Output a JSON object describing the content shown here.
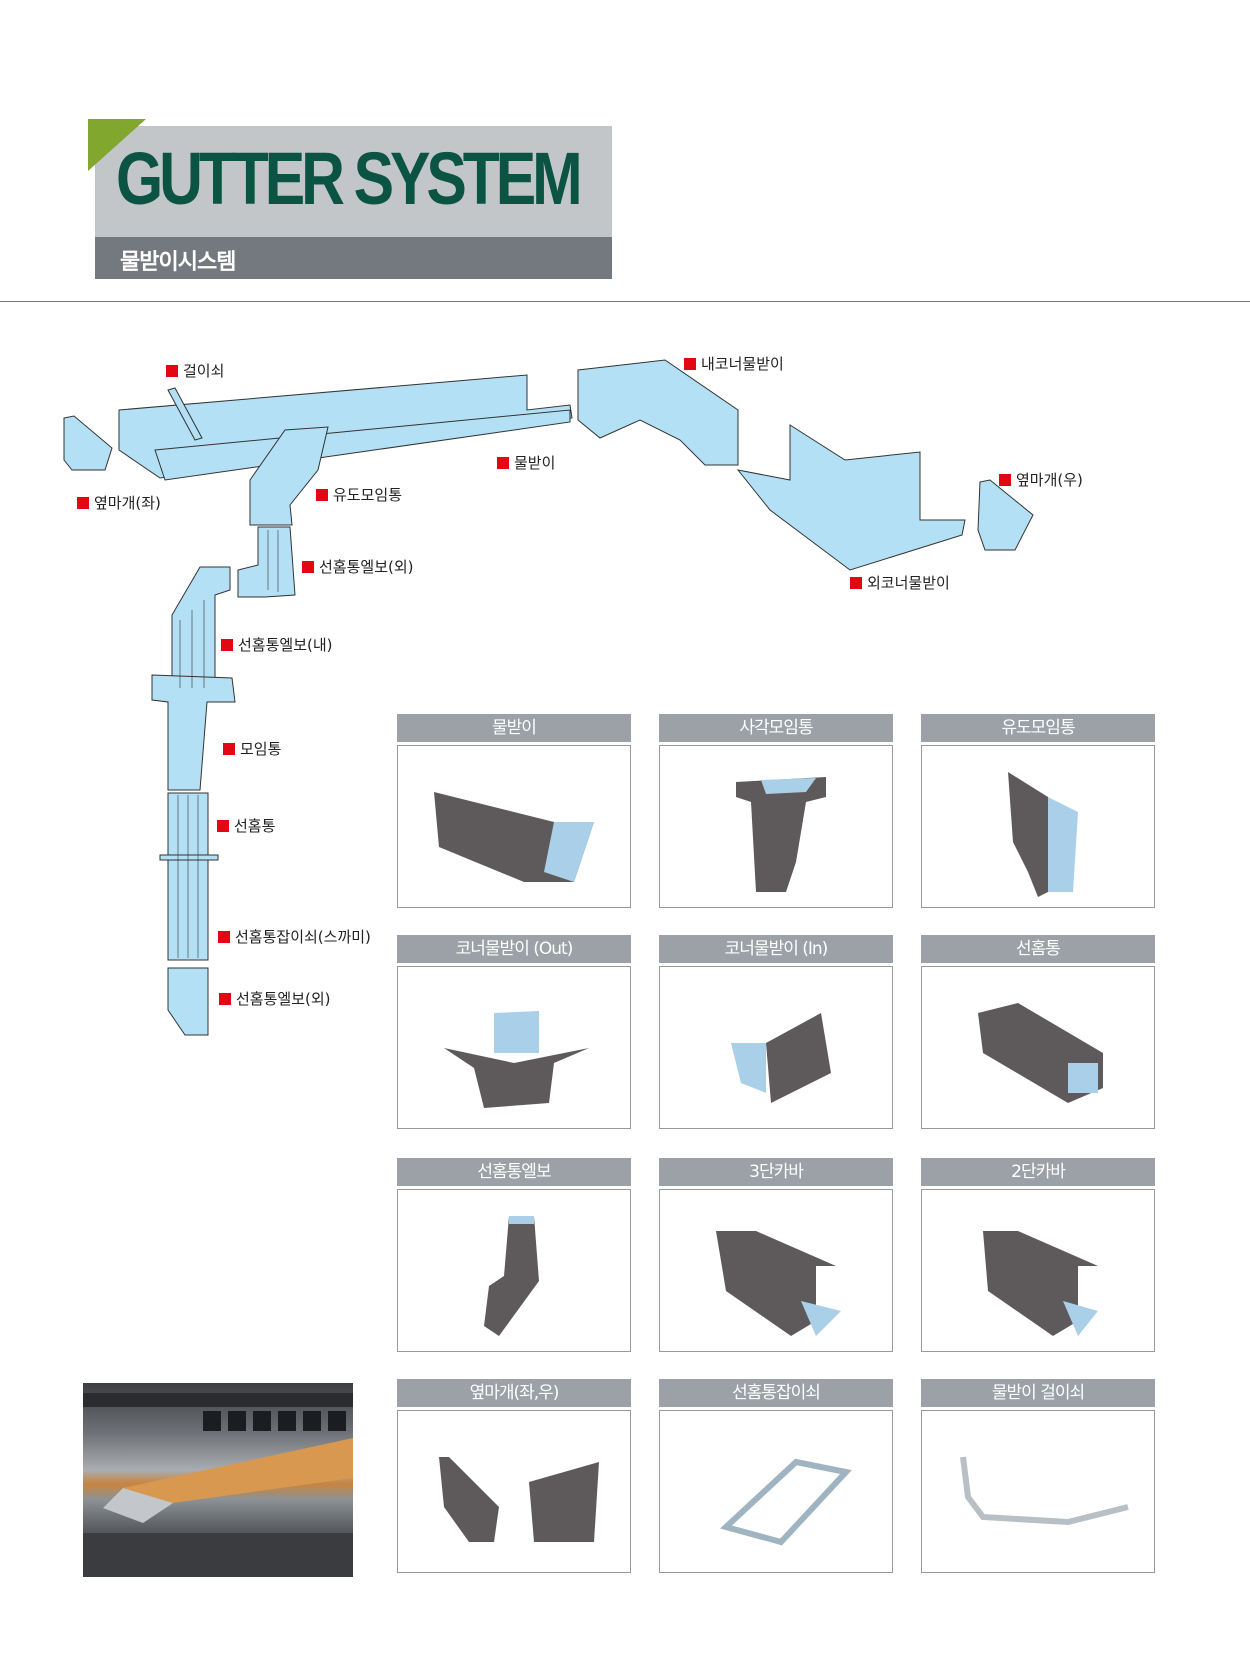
{
  "header": {
    "title": "GUTTER SYSTEM",
    "subtitle": "물받이시스템"
  },
  "diagram": {
    "labels": [
      "걸이쇠",
      "옆마개(좌)",
      "유도모임통",
      "물받이",
      "내코너물받이",
      "옆마개(우)",
      "외코너물받이",
      "선홈통엘보(외)",
      "선홈통엘보(내)",
      "모임통",
      "선홈통",
      "선홈통잡이쇠(스까미)",
      "선홈통엘보(외)"
    ]
  },
  "products": [
    {
      "label": "물받이",
      "shape": "gutter"
    },
    {
      "label": "사각모임통",
      "shape": "box-outlet"
    },
    {
      "label": "유도모임통",
      "shape": "guide-outlet"
    },
    {
      "label": "코너물받이 (Out)",
      "shape": "corner-out"
    },
    {
      "label": "코너물받이 (In)",
      "shape": "corner-in"
    },
    {
      "label": "선홈통",
      "shape": "pipe"
    },
    {
      "label": "선홈통엘보",
      "shape": "elbow"
    },
    {
      "label": "3단카바",
      "shape": "cover3"
    },
    {
      "label": "2단카바",
      "shape": "cover2"
    },
    {
      "label": "옆마개(좌,우)",
      "shape": "endcaps"
    },
    {
      "label": "선홈통잡이쇠",
      "shape": "bracket"
    },
    {
      "label": "물받이 걸이쇠",
      "shape": "hanger"
    }
  ],
  "colors": {
    "accent": "#82a72e",
    "title": "#0b5443",
    "marker": "#e30613",
    "part": "#b3e0f5",
    "product": "#5e5a5b"
  }
}
